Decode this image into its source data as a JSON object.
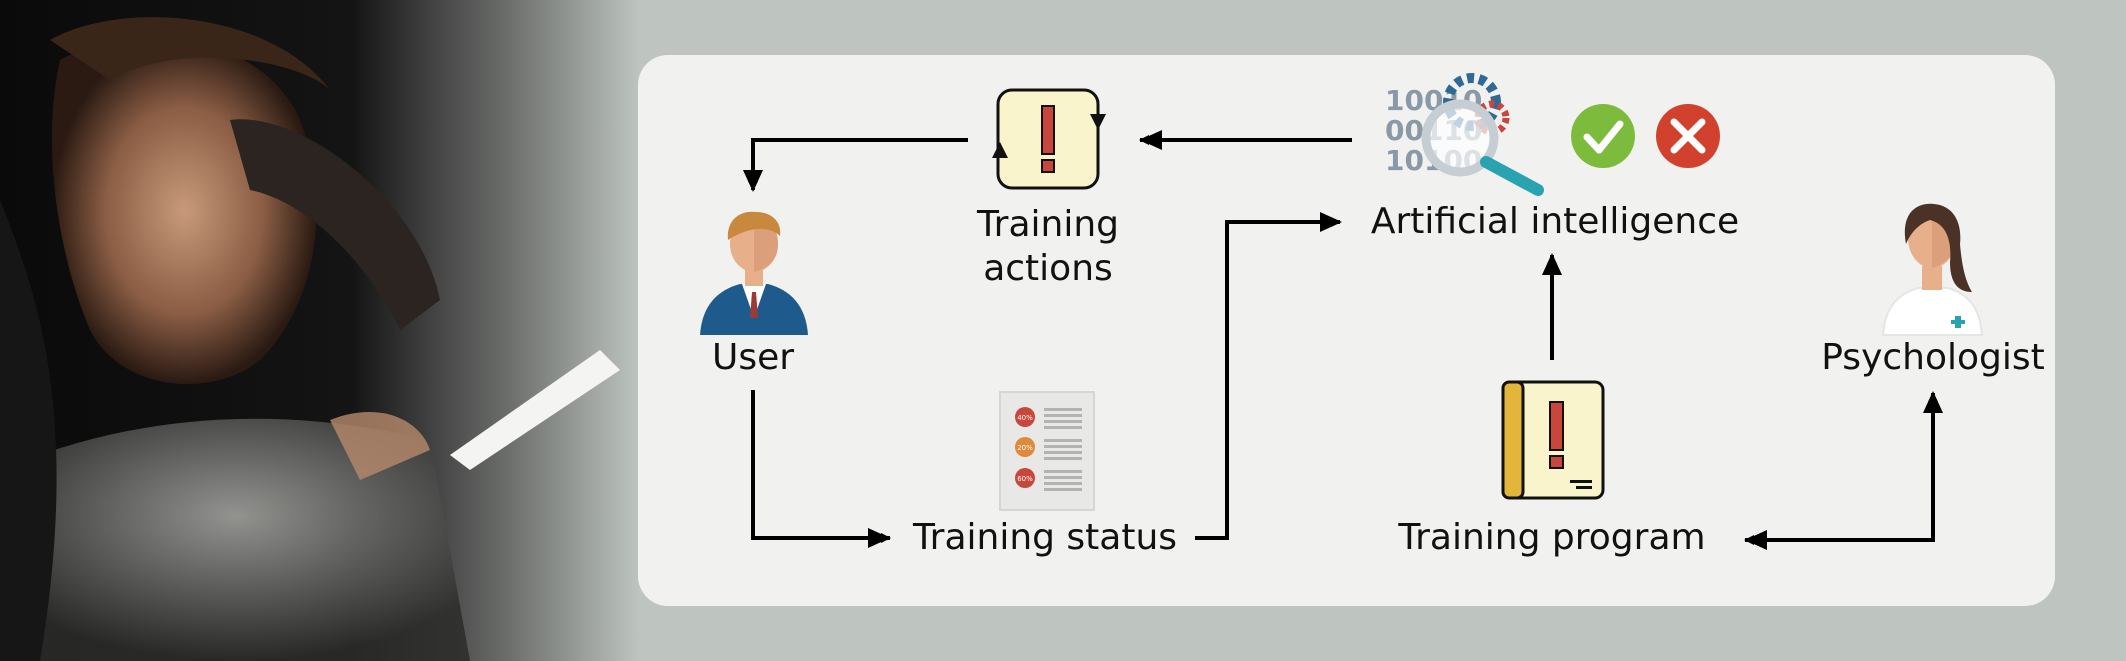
{
  "nodes": {
    "user": "User",
    "training_actions": "Training actions",
    "artificial_intelligence": "Artificial intelligence",
    "training_status": "Training status",
    "training_program": "Training program",
    "psychologist": "Psychologist"
  },
  "icons": {
    "binary_digits": [
      "10010",
      "00110",
      "10100"
    ],
    "status_percentages": [
      "40%",
      "20%",
      "60%"
    ],
    "exclamation": "!"
  },
  "colors": {
    "panel": "#f1f2f0",
    "background": "#bec5c1",
    "arrow": "#000000",
    "check_green": "#7dbb3c",
    "cross_red": "#d2412e",
    "note_yellow": "#faf4cc",
    "alert_red": "#c8463c",
    "user_suit": "#1f5a8c",
    "gear_blue": "#2f6a96",
    "gear_red": "#c8463c",
    "magnifier_teal": "#2aa3b0"
  }
}
